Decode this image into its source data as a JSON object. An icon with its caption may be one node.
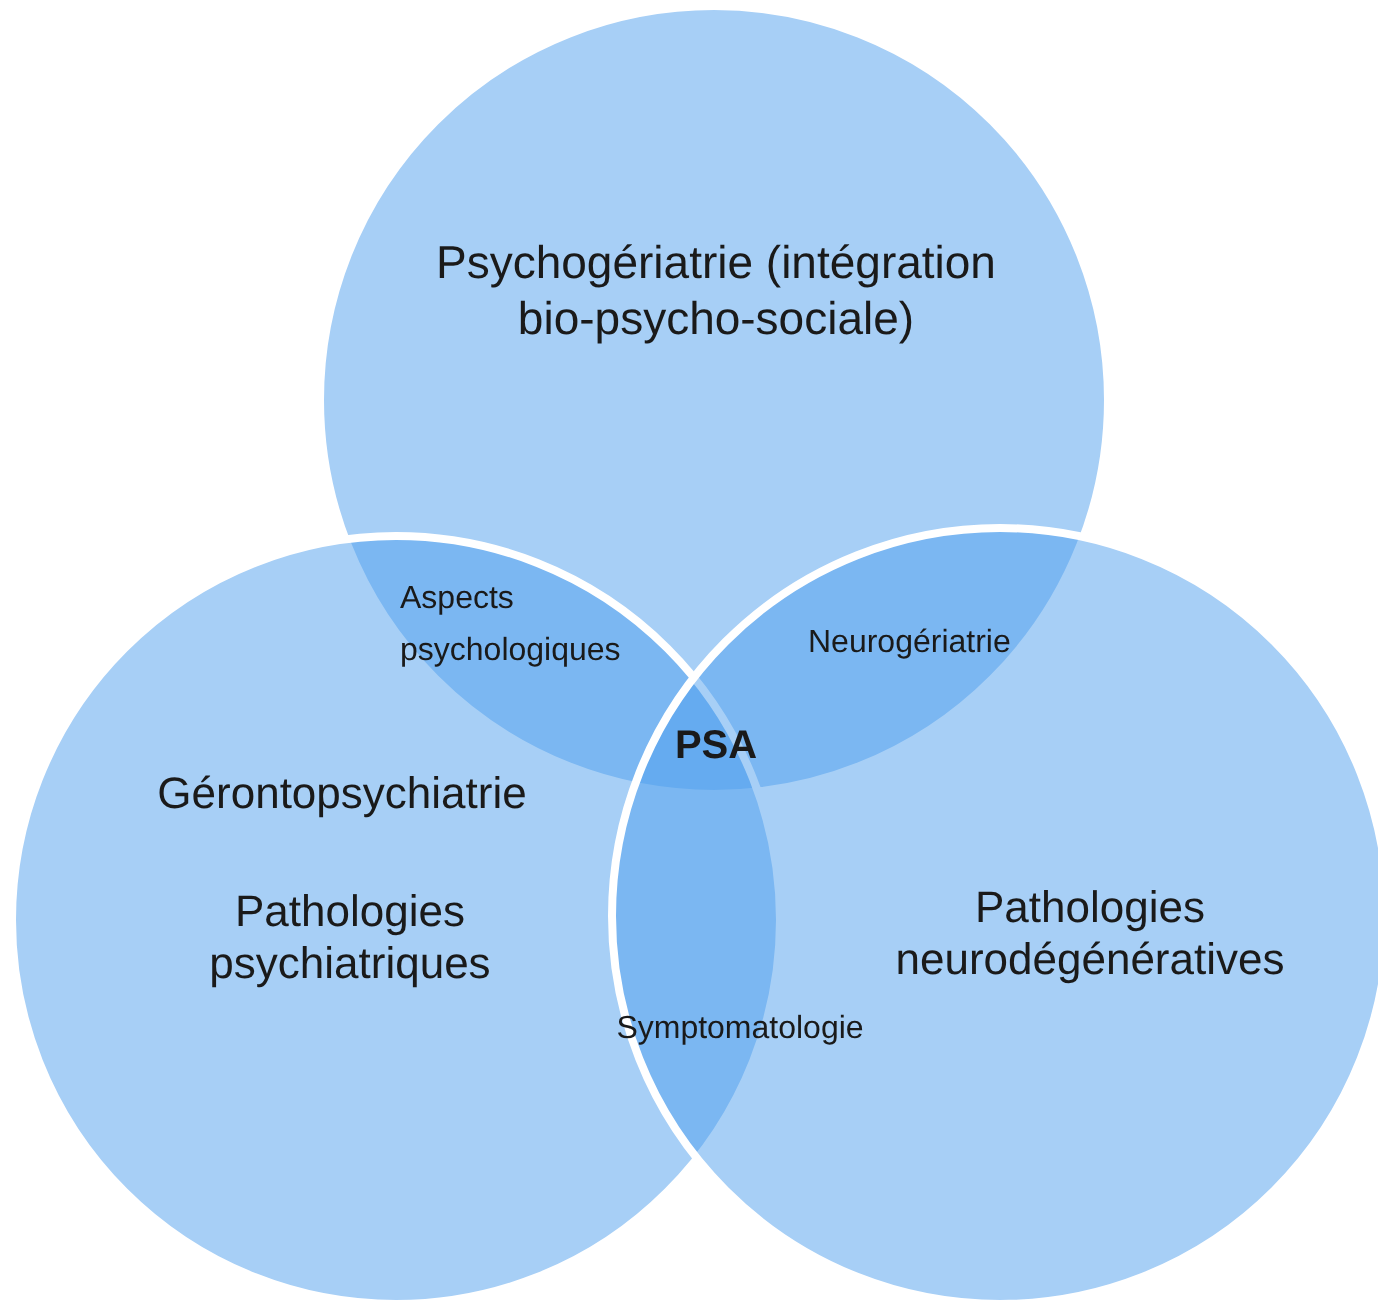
{
  "diagram": {
    "nodes": [
      {
        "text": [
          "Psychogériatrie (intégration bio-psycho-sociale)"
        ]
      },
      {
        "text": [
          "Gérontopsychiatrie",
          "Pathologies psychiatriques"
        ]
      },
      {
        "text": [
          "Pathologies neurodégénératives"
        ]
      }
    ],
    "labels": [
      "Aspects psychologiques",
      "Neurogériatrie",
      "PSA",
      "Symptomatologie"
    ]
  }
}
